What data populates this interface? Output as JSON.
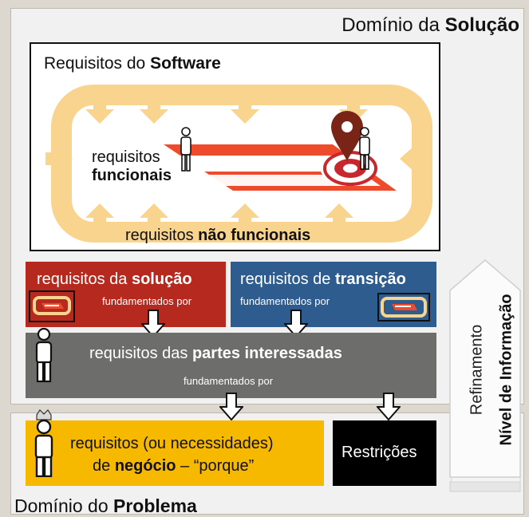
{
  "solution_domain": {
    "prefix": "Domínio da ",
    "bold": "Solução"
  },
  "problem_domain": {
    "prefix": "Domínio do ",
    "bold": "Problema"
  },
  "software_requirements": {
    "prefix": "Requisitos do ",
    "bold": "Software"
  },
  "functional": {
    "line1": "requisitos",
    "line2": "funcionais"
  },
  "non_functional": {
    "prefix": "requisitos ",
    "bold": "não funcionais"
  },
  "solution_requirements": {
    "prefix": "requisitos da ",
    "bold": "solução",
    "note": "fundamentados por"
  },
  "transition_requirements": {
    "prefix": "requisitos de ",
    "bold": "transição",
    "note": "fundamentados por"
  },
  "stakeholder_requirements": {
    "prefix": "requisitos das ",
    "bold": "partes interessadas",
    "note": "fundamentados por"
  },
  "business_requirements": {
    "line1": "requisitos (ou necessidades)",
    "line2_pre": "de ",
    "line2_bold": "negócio",
    "line2_post": " – “porque”"
  },
  "restrictions": "Restrições",
  "side_axis": {
    "refinement": "Refinamento",
    "info_level": "Nível de Informação"
  },
  "colors": {
    "solution_red": "#b5291f",
    "transition_blue": "#2e5c8e",
    "stakeholder_gray": "#6d6e6b",
    "business_yellow": "#f7b800",
    "orange_loop": "#f8d48f",
    "stripe_red": "#ee4a2c"
  }
}
